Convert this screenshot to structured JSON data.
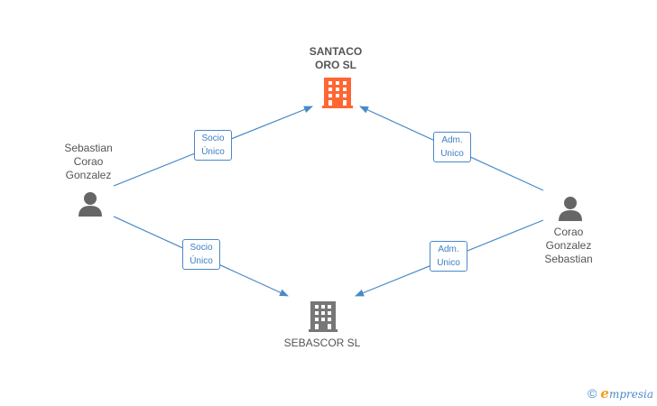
{
  "nodes": {
    "company_top": {
      "label": "SANTACO\nORO SL",
      "color": "#ff6633"
    },
    "company_bottom": {
      "label": "SEBASCOR SL",
      "color": "#777777"
    },
    "person_left": {
      "label": "Sebastian\nCorao\nGonzalez",
      "color": "#666666"
    },
    "person_right": {
      "label": "Corao\nGonzalez\nSebastian",
      "color": "#666666"
    }
  },
  "edges": {
    "left_top": {
      "line1": "Socio",
      "line2": "Único"
    },
    "left_bottom": {
      "line1": "Socio",
      "line2": "Único"
    },
    "right_top": {
      "line1": "Adm.",
      "line2": "Unico"
    },
    "right_bottom": {
      "line1": "Adm.",
      "line2": "Unico"
    }
  },
  "colors": {
    "edge": "#4a89c8"
  },
  "footer": {
    "copyright": "©",
    "brand_initial": "e",
    "brand_rest": "mpresia"
  }
}
